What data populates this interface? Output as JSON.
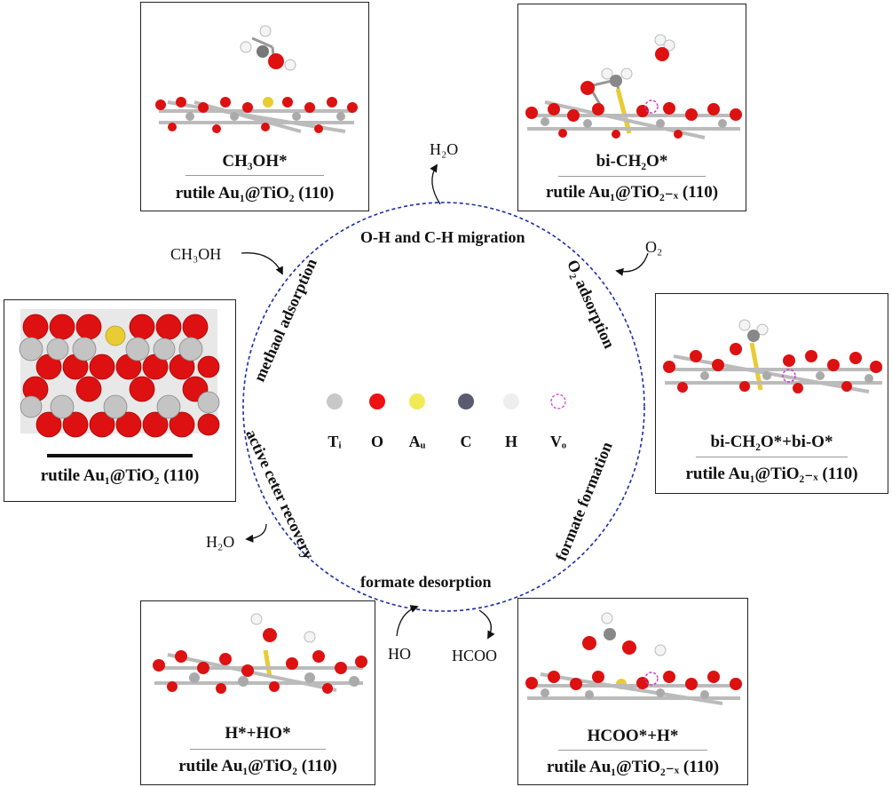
{
  "panels": {
    "ch3oh": {
      "label": "CH₃OH*",
      "caption": "rutile Au₁@TiO₂ (110)"
    },
    "bich2o": {
      "label": "bi-CH₂O*",
      "caption": "rutile Au₁@TiO₂₋ₓ (110)"
    },
    "top_view": {
      "caption": "rutile Au₁@TiO₂ (110)"
    },
    "bich2o_bio": {
      "label": "bi-CH₂O*+bi-O*",
      "caption": "rutile Au₁@TiO₂₋ₓ (110)"
    },
    "h_ho": {
      "label": "H*+HO*",
      "caption": "rutile Au₁@TiO₂ (110)"
    },
    "hcoo_h": {
      "label": "HCOO*+H*",
      "caption": "rutile Au₁@TiO₂₋ₓ (110)"
    }
  },
  "cycle_steps": {
    "methanol_adsorption": "methaol adsorption",
    "oh_ch_migration": "O-H and C-H migration",
    "o2_adsorption": "O₂ adsorption",
    "formate_formation": "formate formation",
    "formate_desorption": "formate desorption",
    "active_center_recovery": "active ceter recovery"
  },
  "species": {
    "ch3oh_in": "CH₃OH",
    "h2o_out_top": "H₂O",
    "o2_in": "O₂",
    "ho_in": "HO",
    "hcoo_out": "HCOO",
    "h2o_out_left": "H₂O"
  },
  "legend": [
    {
      "symbol": "Tᵢ",
      "color": "#c8c8c8",
      "dashed": false
    },
    {
      "symbol": "O",
      "color": "#ee1111",
      "dashed": false
    },
    {
      "symbol": "Aᵤ",
      "color": "#f2ea55",
      "dashed": false
    },
    {
      "symbol": "C",
      "color": "#5a5a72",
      "dashed": false
    },
    {
      "symbol": "H",
      "color": "#eeeeee",
      "dashed": false
    },
    {
      "symbol": "Vₒ",
      "color": "#dd44dd",
      "dashed": true
    }
  ],
  "colors": {
    "cycle": "#1a2ea8",
    "ti": "#a8a8a8",
    "o": "#dd1111",
    "au": "#e9cc33",
    "c": "#7a7a7a",
    "h": "#f4f4f4",
    "vacancy": "#cc33cc"
  }
}
